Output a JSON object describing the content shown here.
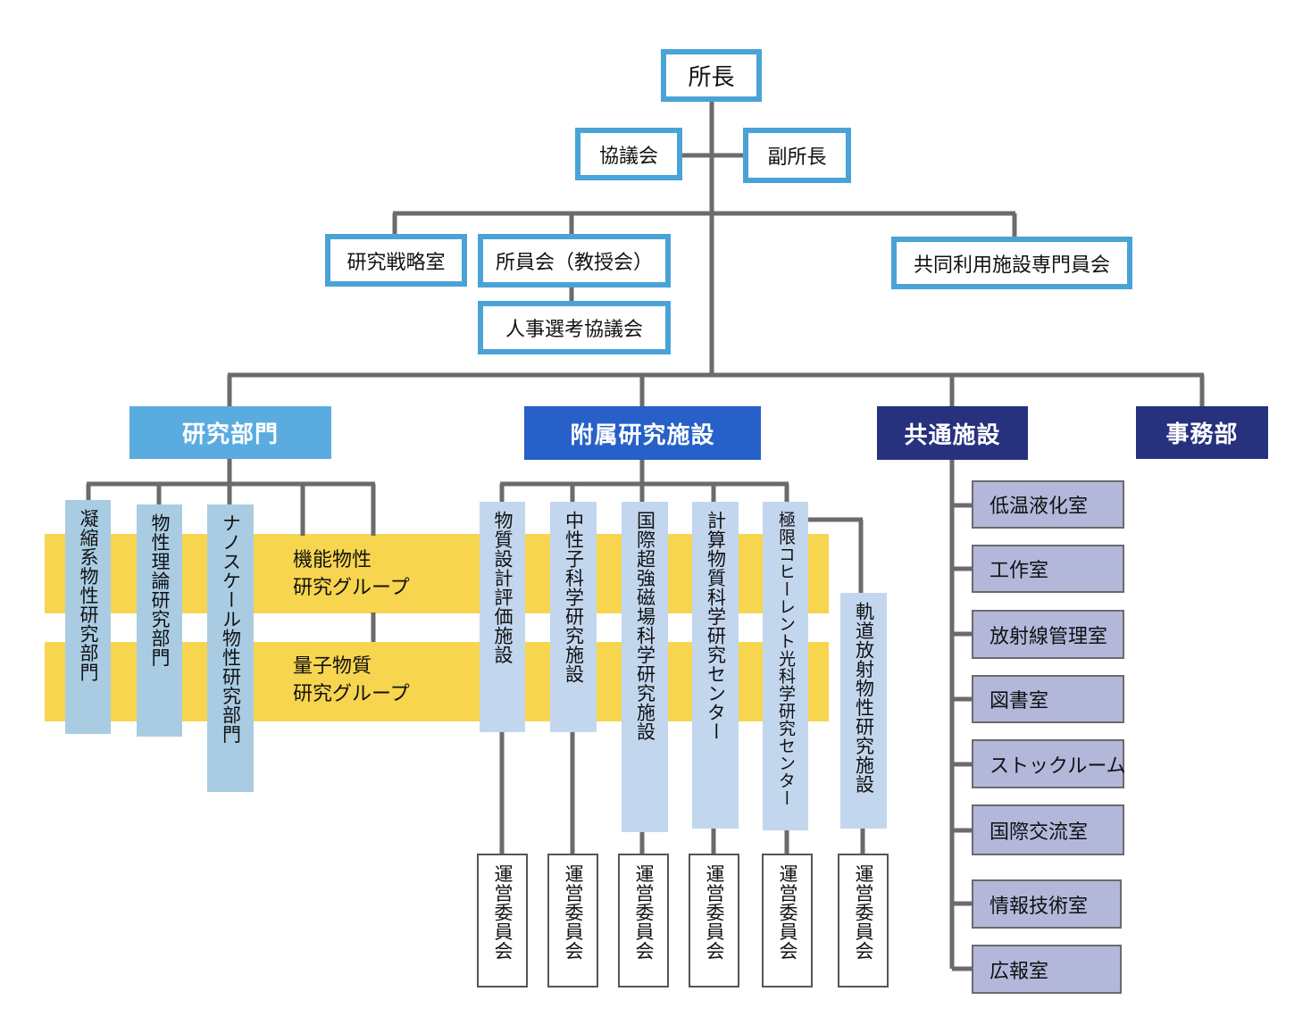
{
  "top": {
    "director": "所長",
    "council": "協議会",
    "vice_director": "副所長",
    "strategy_office": "研究戦略室",
    "faculty_council": "所員会（教授会）",
    "personnel_committee": "人事選考協議会",
    "joint_use_committee": "共同利用施設専門員会"
  },
  "divisions": {
    "research": "研究部門",
    "attached": "附属研究施設",
    "common": "共通施設",
    "admin": "事務部"
  },
  "research_divisions": [
    "凝縮系物性研究部門",
    "物性理論研究部門",
    "ナノスケール物性研究部門"
  ],
  "research_groups": [
    {
      "line1": "機能物性",
      "line2": "研究グループ"
    },
    {
      "line1": "量子物質",
      "line2": "研究グループ"
    }
  ],
  "facilities": [
    "物質設計評価施設",
    "中性子科学研究施設",
    "国際超強磁場科学研究施設",
    "計算物質科学研究センター",
    "極限コヒーレント光科学研究センター",
    "軌道放射物性研究施設"
  ],
  "steering_committee": "運営委員会",
  "common_facilities": [
    "低温液化室",
    "工作室",
    "放射線管理室",
    "図書室",
    "ストックルーム",
    "国際交流室",
    "情報技術室",
    "広報室"
  ],
  "colors": {
    "line": "#6b6b6b",
    "outline_blue": "#4aa3d6",
    "research_division": "#5aace0",
    "attached_facilities": "#2660c8",
    "common_facilities": "#26327e",
    "admin": "#26327e",
    "group_band": "#f7d54f",
    "lab_box": "#a9cce3",
    "facility_box": "#c2d6ee",
    "common_box": "#b3b8db"
  }
}
